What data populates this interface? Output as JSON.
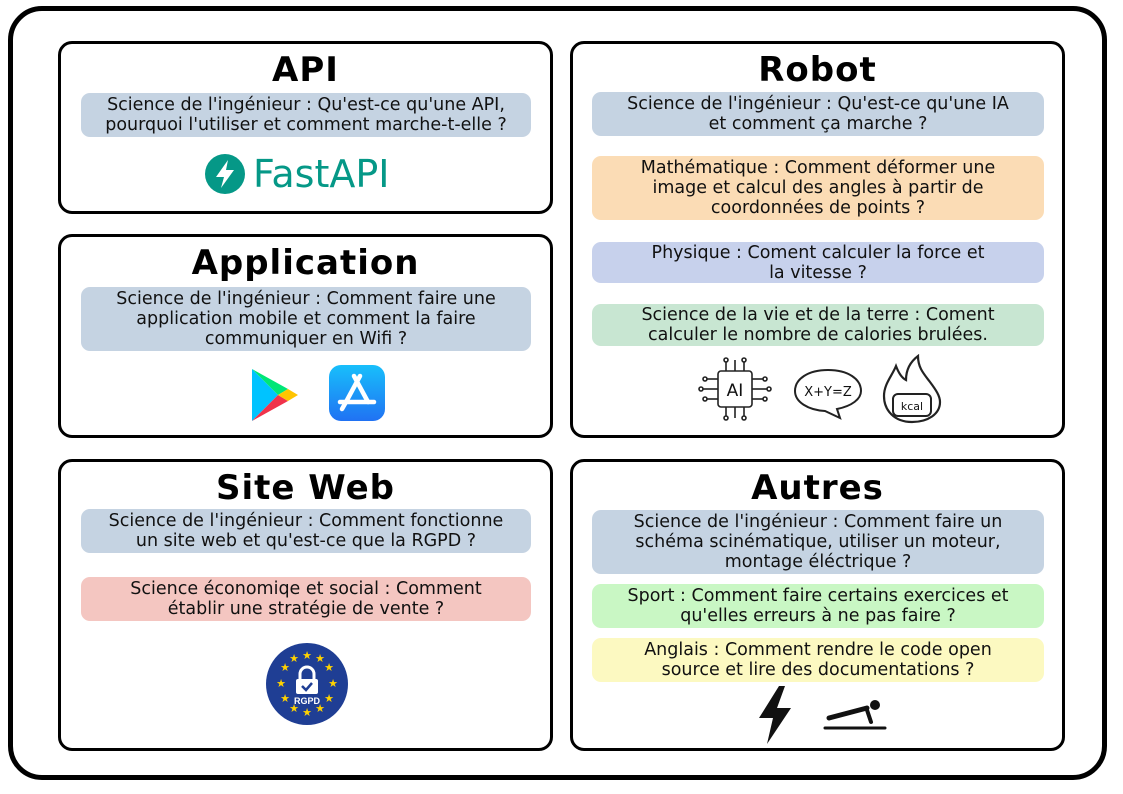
{
  "panels": {
    "api": {
      "title": "API",
      "topics": [
        {
          "text": "Science de l'ingénieur : Qu'est-ce qu'une API,\npourquoi l'utiliser et comment marche-t-elle ?",
          "color": "#c5d3e2"
        }
      ],
      "logo_text": "FastAPI"
    },
    "application": {
      "title": "Application",
      "topics": [
        {
          "text": "Science de l'ingénieur : Comment faire une\napplication mobile et comment la faire\ncommuniquer en Wifi ?",
          "color": "#c5d3e2"
        }
      ]
    },
    "site_web": {
      "title": "Site Web",
      "topics": [
        {
          "text": "Science de l'ingénieur : Comment fonctionne\nun site web et qu'est-ce que la RGPD ?",
          "color": "#c5d3e2"
        },
        {
          "text": "Science économiqe et social : Comment\nétablir une stratégie de vente ?",
          "color": "#f4c6c1"
        }
      ],
      "badge_text": "RGPD"
    },
    "robot": {
      "title": "Robot",
      "topics": [
        {
          "text": "Science de l'ingénieur : Qu'est-ce qu'une IA\net comment ça marche ?",
          "color": "#c5d3e2"
        },
        {
          "text": "Mathématique : Comment déformer une\nimage et calcul des angles à partir de\ncoordonnées de points ?",
          "color": "#fbdcb5"
        },
        {
          "text": "Physique : Coment calculer la force et\nla vitesse ?",
          "color": "#c7d1ec"
        },
        {
          "text": "Science de la vie et de la terre : Coment\ncalculer le nombre de calories brulées.",
          "color": "#c8e6d2"
        }
      ],
      "icon_labels": {
        "ai": "AI",
        "equation": "X+Y=Z",
        "kcal": "kcal"
      }
    },
    "autres": {
      "title": "Autres",
      "topics": [
        {
          "text": "Science de l'ingénieur : Comment faire un\nschéma scinématique, utiliser un moteur,\nmontage éléctrique ?",
          "color": "#c5d3e2"
        },
        {
          "text": "Sport : Comment faire certains exercices et\nqu'elles erreurs à ne pas faire ?",
          "color": "#c9f7c4"
        },
        {
          "text": "Anglais : Comment rendre le code open\nsource et lire des documentations ?",
          "color": "#fcf9c1"
        }
      ]
    }
  },
  "icons": [
    "fastapi-logo-icon",
    "google-play-icon",
    "app-store-icon",
    "rgpd-badge-icon",
    "ai-chip-icon",
    "equation-bubble-icon",
    "kcal-flame-icon",
    "lightning-icon",
    "pushup-exercise-icon"
  ]
}
